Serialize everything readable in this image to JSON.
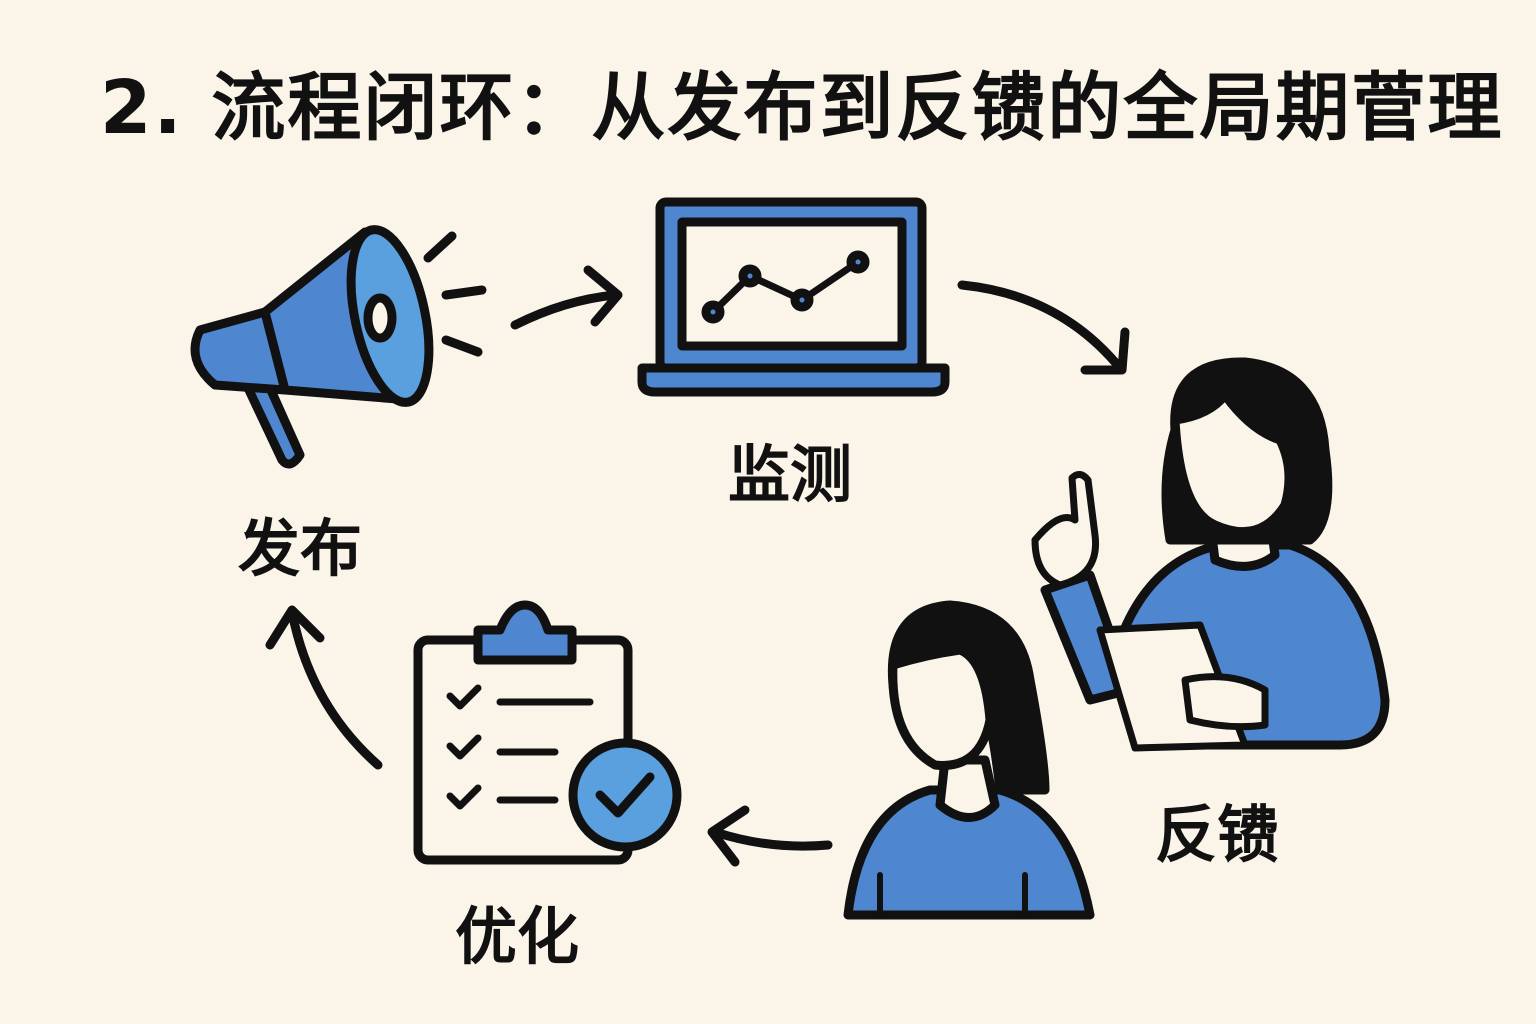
{
  "title": "2. 流程闭环：从发布到反镄的全局期菅理",
  "steps": [
    {
      "label": "发布",
      "icon": "megaphone-icon"
    },
    {
      "label": "监测",
      "icon": "laptop-chart-icon"
    },
    {
      "label": "反镄",
      "icon": "people-feedback-icon"
    },
    {
      "label": "优化",
      "icon": "clipboard-check-icon"
    }
  ],
  "colors": {
    "background": "#fbf4e8",
    "accent": "#4f86d0",
    "accent_light": "#5aa0de",
    "ink": "#111111"
  }
}
